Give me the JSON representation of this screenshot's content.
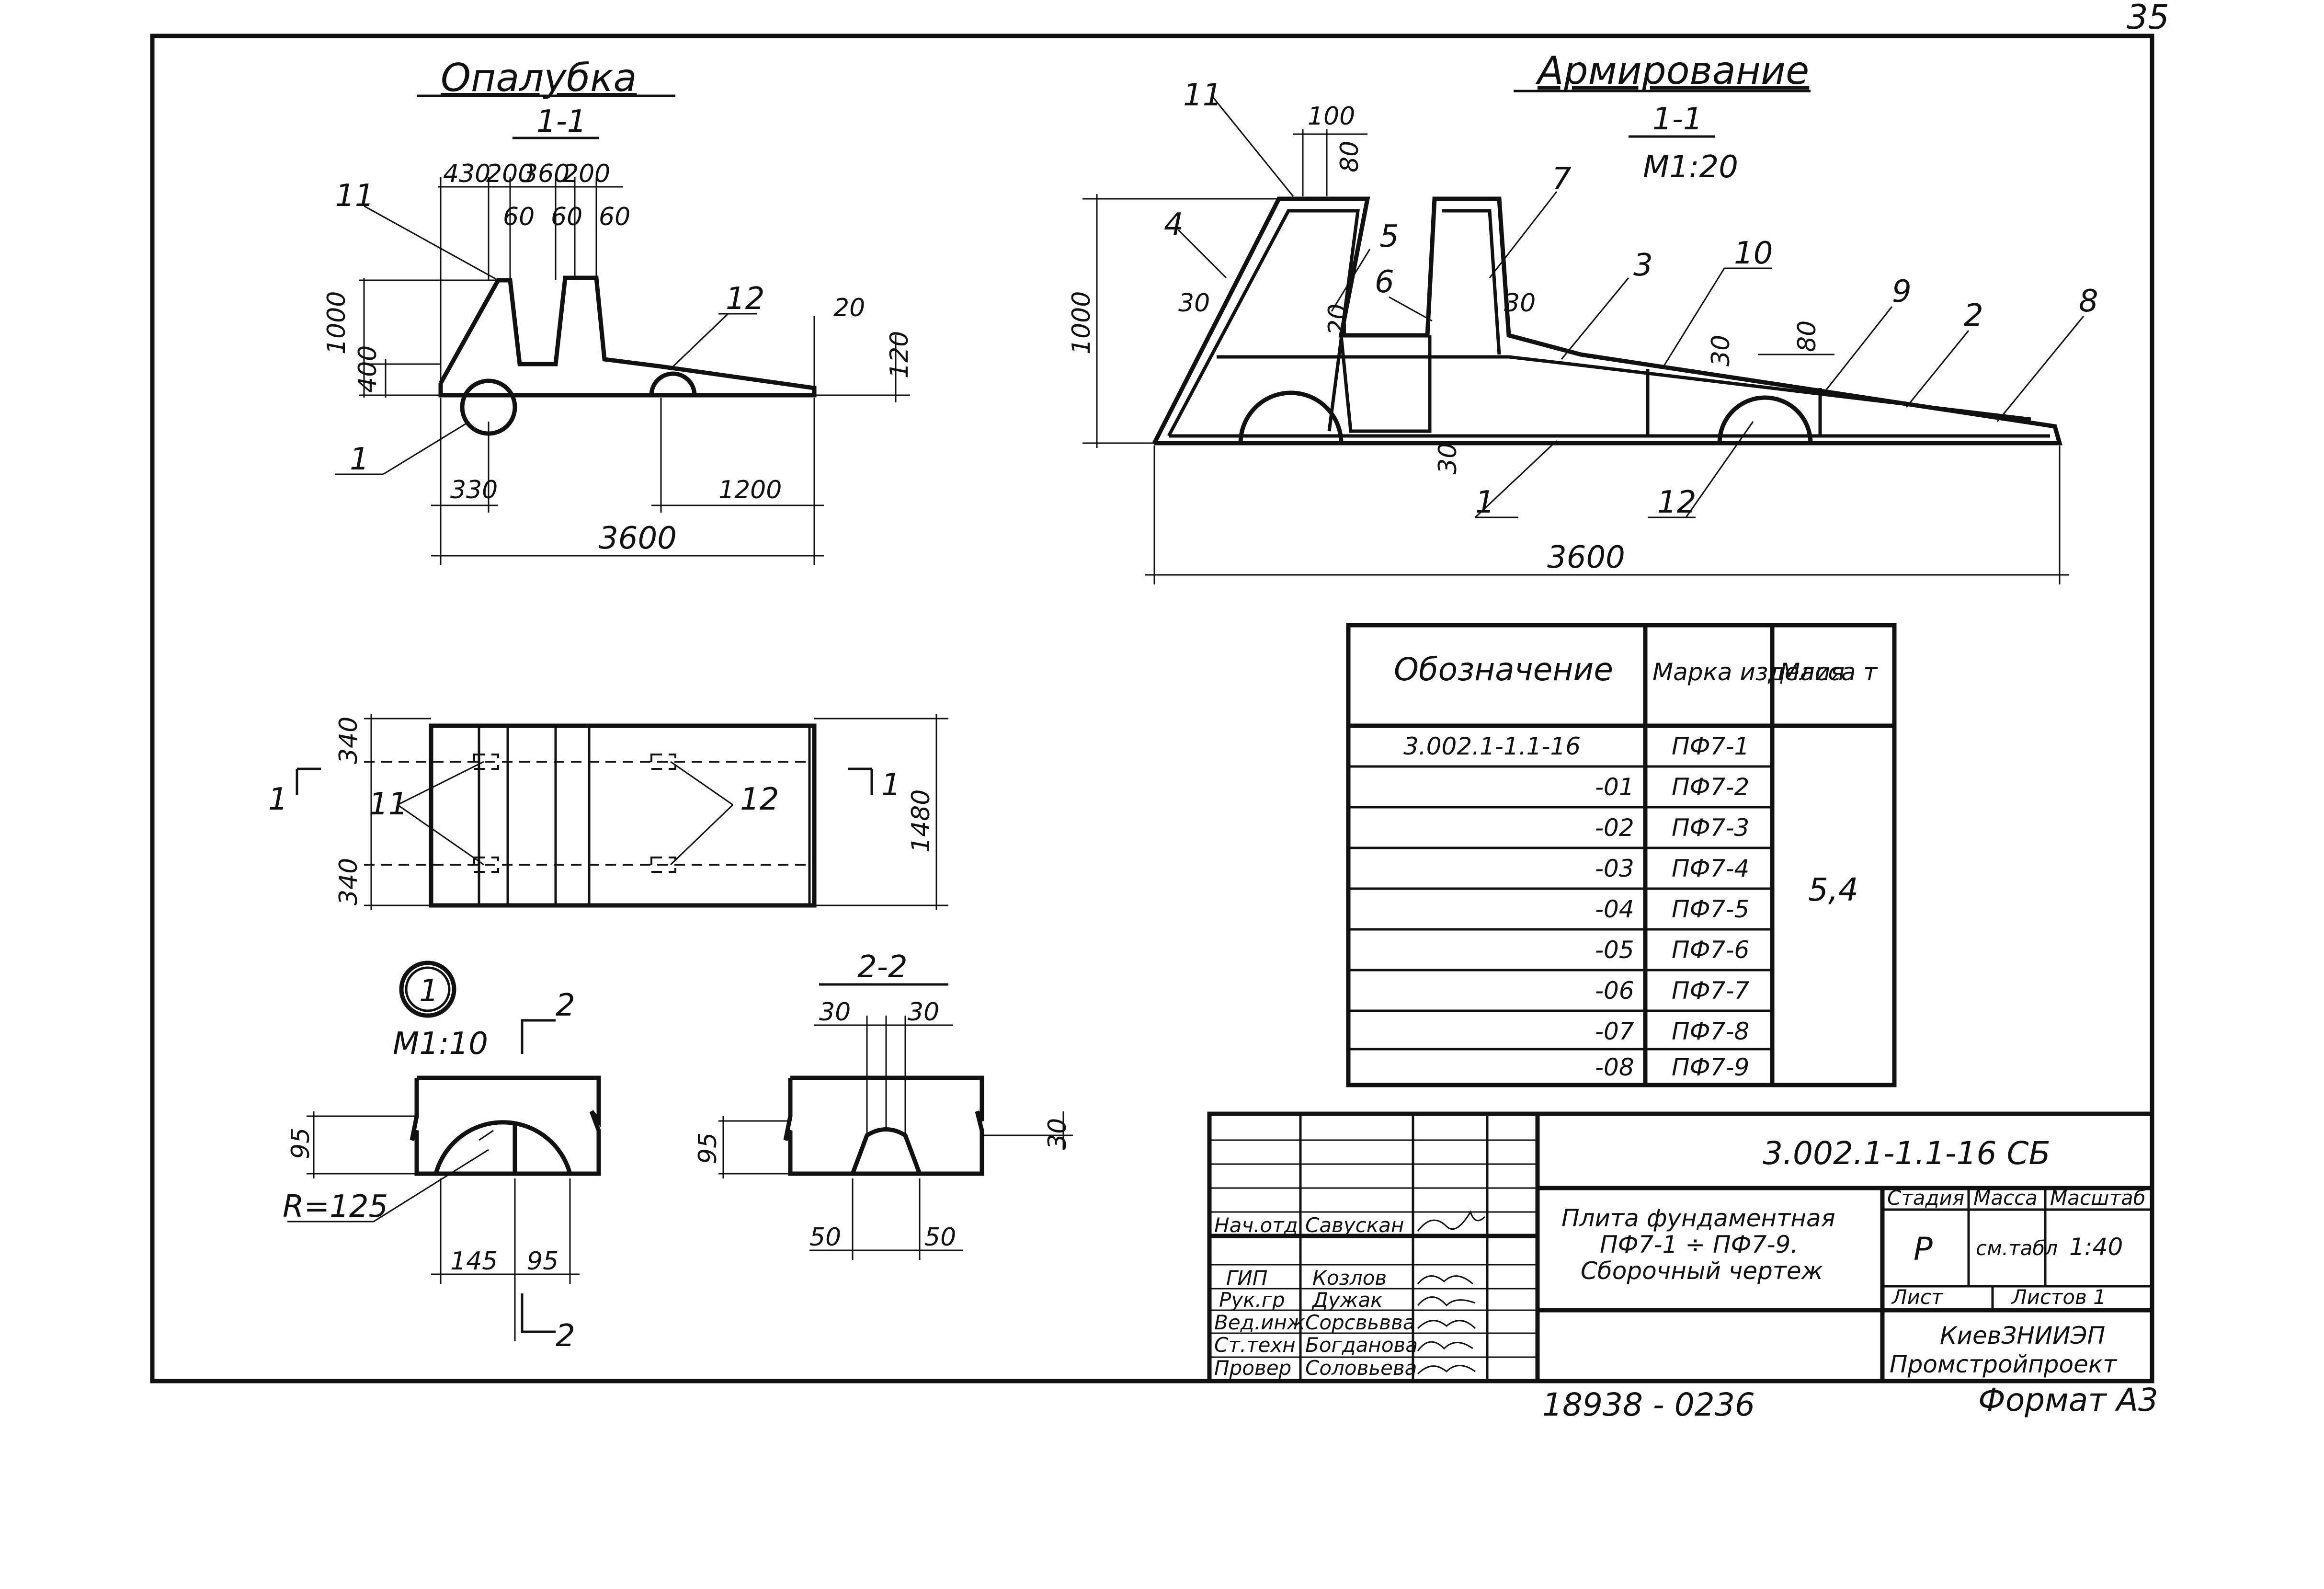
{
  "sheet": {
    "page_number": "35",
    "footer_number": "18938 - 02",
    "footer_page": "36",
    "format": "Формат А3"
  },
  "formwork": {
    "title": "Опалубка",
    "section": "1-1"
  },
  "reinforcement": {
    "title": "Армирование",
    "section": "1-1",
    "scale": "М1:20"
  },
  "detail1": {
    "label": "1",
    "scale": "М1:10",
    "radius": "R=125"
  },
  "section22": {
    "title": "2-2"
  },
  "dims": {
    "top_430": "430",
    "top_200a": "200",
    "top_360": "360",
    "top_200b": "200",
    "d60a": "60",
    "d60b": "60",
    "d60c": "60",
    "h1000": "1000",
    "h400": "400",
    "d20": "20",
    "d120": "120",
    "d330": "330",
    "d1200": "1200",
    "d3600": "3600",
    "r100": "100",
    "r80": "80",
    "r1000": "1000",
    "r30a": "30",
    "r30b": "30",
    "r30c": "30",
    "r30d": "30",
    "r20": "20",
    "r80b": "80",
    "r3600": "3600",
    "p340a": "340",
    "p340b": "340",
    "p1480": "1480",
    "d95a": "95",
    "d145": "145",
    "d95b": "95",
    "s30a": "30",
    "s30b": "30",
    "s95": "95",
    "s30c": "30",
    "s50a": "50",
    "s50b": "50"
  },
  "callouts": {
    "c11": "11",
    "c12": "12",
    "c1": "1",
    "r11": "11",
    "r4": "4",
    "r5": "5",
    "r6": "6",
    "r7": "7",
    "r3": "3",
    "r10": "10",
    "r9": "9",
    "r2": "2",
    "r8": "8",
    "r1": "1",
    "r12": "12",
    "p11": "11",
    "p12": "12",
    "cut1a": "1",
    "cut1b": "1",
    "cut2a": "2",
    "cut2b": "2"
  },
  "spec_table": {
    "headers": [
      "Обозначение",
      "Марка изделия",
      "Масса т"
    ],
    "rows": [
      [
        "3.002.1-1.1-16",
        "ПФ7-1"
      ],
      [
        "-01",
        "ПФ7-2"
      ],
      [
        "-02",
        "ПФ7-3"
      ],
      [
        "-03",
        "ПФ7-4"
      ],
      [
        "-04",
        "ПФ7-5"
      ],
      [
        "-05",
        "ПФ7-6"
      ],
      [
        "-06",
        "ПФ7-7"
      ],
      [
        "-07",
        "ПФ7-8"
      ],
      [
        "-08",
        "ПФ7-9"
      ]
    ],
    "mass": "5,4"
  },
  "title_block": {
    "code": "3.002.1-1.1-16 СБ",
    "name_line1": "Плита фундаментная",
    "name_line2": "ПФ7-1 ÷ ПФ7-9.",
    "name_line3": "Сборочный чертеж",
    "stage_h": "Стадия",
    "mass_h": "Масса",
    "scale_h": "Масштаб",
    "stage": "Р",
    "mass": "см.табл",
    "scale": "1:40",
    "sheet_l": "Лист",
    "sheets_l": "Листов 1",
    "org1": "КиевЗНИИЭП",
    "org2": "Промстройпроект",
    "staff": [
      {
        "role": "Нач.отд",
        "name": "Савускан"
      },
      {
        "role": "ГИП",
        "name": "Козлов"
      },
      {
        "role": "Рук.гр",
        "name": "Дужак"
      },
      {
        "role": "Вед.инж",
        "name": "Сорсвьвва"
      },
      {
        "role": "Ст.техн",
        "name": "Богданова"
      },
      {
        "role": "Провер",
        "name": "Соловьева"
      }
    ]
  }
}
